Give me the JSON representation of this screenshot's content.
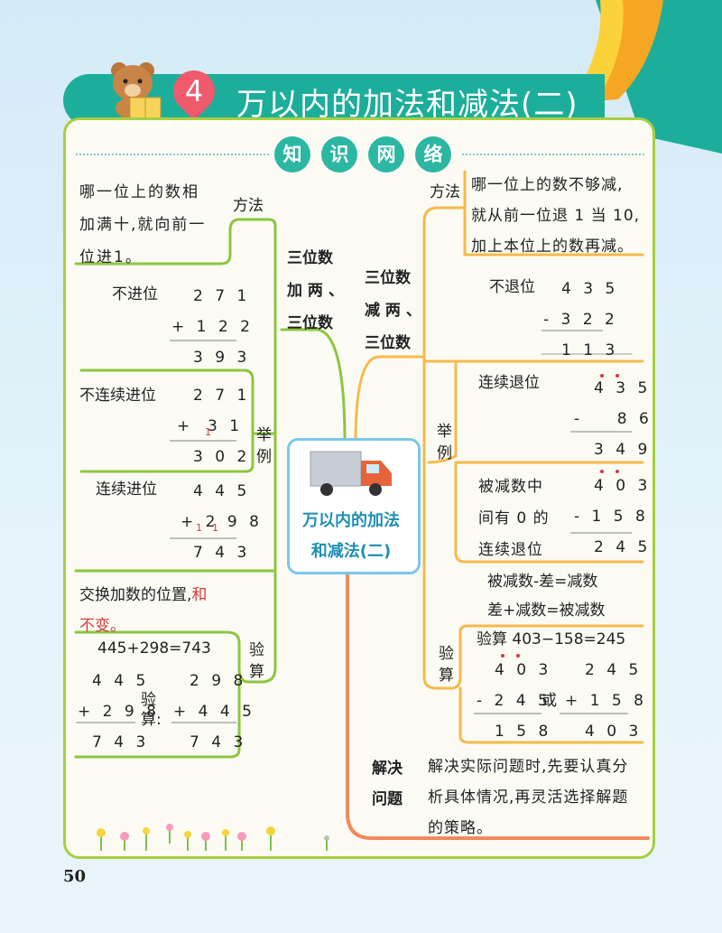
{
  "header": {
    "chapter_number": "4",
    "title": "万以内的加法和减法(二)"
  },
  "section": {
    "chars": [
      "知",
      "识",
      "网",
      "络"
    ]
  },
  "center": {
    "title_line1": "万以内的加法",
    "title_line2": "和减法(二)"
  },
  "left": {
    "branch_title": [
      "三位数",
      "加 两 、",
      "三位数"
    ],
    "method_label": "方法",
    "method_text": [
      "哪一位上的数相",
      "加满十,就向前一",
      "位进1。"
    ],
    "example_label": [
      "举",
      "例"
    ],
    "ex1": {
      "label": "不进位",
      "a": "2 7 1",
      "b": "+ 1 2 2",
      "r": "3 9 3"
    },
    "ex2": {
      "label": "不连续进位",
      "a": "2 7 1",
      "b_sign": "+",
      "b": "3 1",
      "carry": "1",
      "r": "3 0 2"
    },
    "ex3": {
      "label": "连续进位",
      "a": "4 4 5",
      "b": "+ 2 9 8",
      "carry1": "1",
      "carry2": "1",
      "r": "7 4 3"
    },
    "check_label": [
      "验",
      "算"
    ],
    "swap_text1": "交换加数的位置,",
    "swap_text_red1": "和",
    "swap_text_red2": "不变。",
    "check_eq": "445+298=743",
    "check_left": {
      "a": "4 4 5",
      "b": "+ 2 9 8",
      "r": "7 4 3"
    },
    "check_mid": [
      "验",
      "算:"
    ],
    "check_right": {
      "a": "2 9 8",
      "b": "+ 4 4 5",
      "r": "7 4 3"
    }
  },
  "right": {
    "branch_title": [
      "三位数",
      "减 两 、",
      "三位数"
    ],
    "method_label": "方法",
    "method_text": [
      "哪一位上的数不够减,",
      "就从前一位退 1 当 10,",
      "加上本位上的数再减。"
    ],
    "ex1": {
      "label": "不退位",
      "a": "4 3 5",
      "b": "- 3 2 2",
      "r": "1 1 3"
    },
    "example_label": [
      "举",
      "例"
    ],
    "ex2": {
      "label": "连续退位",
      "a": "4 3 5",
      "b": "-    8 6",
      "r": "3 4 9"
    },
    "ex3": {
      "label": [
        "被减数中",
        "间有 0 的",
        "连续退位"
      ],
      "a": "4 0 3",
      "b": "- 1 5 8",
      "r": "2 4 5"
    },
    "rule1": "被减数-差=减数",
    "rule2": "差+减数=被减数",
    "check_label": [
      "验",
      "算"
    ],
    "check_eq": "验算 403−158=245",
    "check_left": {
      "a": "4 0 3",
      "b": "- 2 4 5",
      "r": "1 5 8"
    },
    "check_or": "或",
    "check_right": {
      "a": "2 4 5",
      "b": "+ 1 5 8",
      "r": "4 0 3"
    }
  },
  "solve": {
    "label": [
      "解决",
      "问题"
    ],
    "text": [
      "解决实际问题时,先要认真分",
      "析具体情况,再灵活选择解题",
      "的策略。"
    ]
  },
  "page_number": "50",
  "colors": {
    "banner": "#1cae9a",
    "badge": "#ef5a6d",
    "card_border": "#a7cf3f",
    "left_branch": "#8cc63f",
    "right_branch": "#f6b94a",
    "solve_branch": "#f08a5d",
    "center_border": "#79c7ea"
  }
}
